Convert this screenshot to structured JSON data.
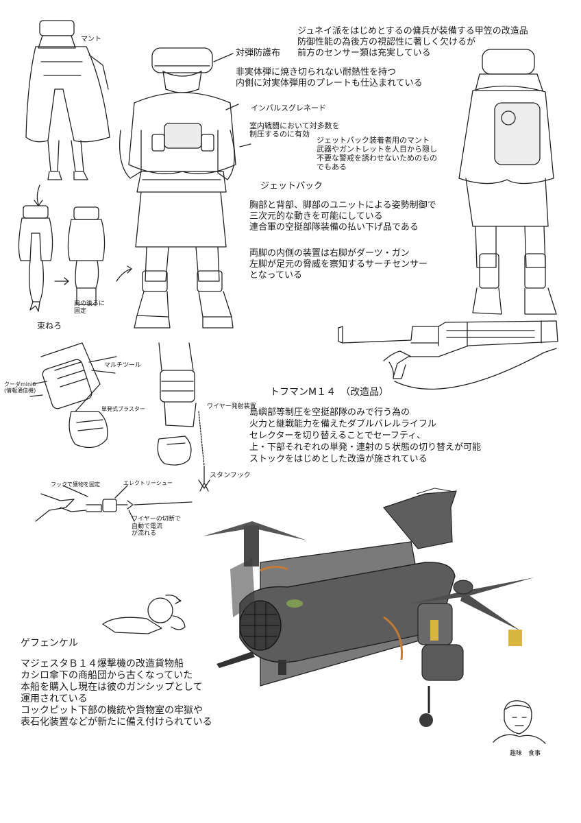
{
  "header": {
    "line1": "ジュネイ派をはじめとするの傭兵が装備する甲笠の改造品",
    "line2": "防御性能の為後方の視認性に著しく欠けるが",
    "line3": "前方のセンサー類は充実している"
  },
  "cloth": {
    "title": "対弾防護布",
    "line1": "非実体弾に焼き切られない耐熱性を持つ",
    "line2": "内側に対実体弾用のプレートも仕込まれている"
  },
  "grenade": {
    "title": "インパルスグレネード",
    "line1": "室内戦闘において対多数を",
    "line2": "制圧するのに有効"
  },
  "cloak": {
    "line1": "ジェットパック装着者用のマント",
    "line2": "武器やガントレットを人目から隠し",
    "line3": "不要な警戒を誘わせないためのもの",
    "line4": "でもある"
  },
  "jetpack": {
    "title": "ジェットパック",
    "line1": "胸部と背部、脚部のユニットによる姿勢制御で",
    "line2": "三次元的な動きを可能にしている",
    "line3": "連合軍の空挺部隊装備の払い下げ品である"
  },
  "legs": {
    "line1": "両脚の内側の装置は右脚がダーツ・ガン",
    "line2": "左脚が足元の脅威を察知するサーチセンサー",
    "line3": "となっている"
  },
  "rifle": {
    "title": "トフマンM１４　（改造品）",
    "line1": "島嶼部等制圧を空挺部隊のみで行う為の",
    "line2": "火力と継戦能力を備えたダブルバレルライフル",
    "line3": "セレクターを切り替えることでセーフティ、",
    "line4": "上・下部それぞれの単発・連射の５状態の切り替えが可能",
    "line5": "ストックをはじめとした改造が施されている"
  },
  "ship": {
    "title": "ゲフェンケル",
    "line1": "マジェスタＢ１４爆撃機の改造貨物船",
    "line2": "カシロ傘下の商船団から古くなっていた",
    "line3": "本船を購入し現在は彼のガンシップとして",
    "line4": "運用されている",
    "line5": "コックピット下部の機銃や貨物室の牢獄や",
    "line6": "表石化装置などが新たに備え付けられている"
  },
  "handwritten": {
    "mantle": "マント",
    "shoulder": "肩の後ろに\n固定",
    "tie": "束ねろ",
    "kuda": "クーダmini6\n(情報通信機)",
    "multitool": "マルチツール",
    "blaster": "単発式ブラスター",
    "wire": "ワイヤー発射装置",
    "hook_fix": "フックで獲物を固定",
    "electric": "エレクトリーシュー",
    "wire_cut": "ワイヤーの切断で\n自動で電流\nが流れる",
    "stun_hook": "スタンフック",
    "signature": "趣味　食事"
  },
  "colors": {
    "ink": "#1a1a1a",
    "plane_body": "#6b6b6b",
    "plane_dark": "#3d3d3d",
    "accent_orange": "#c47a35",
    "accent_yellow": "#d8b640",
    "accent_green": "#7f9a52"
  }
}
